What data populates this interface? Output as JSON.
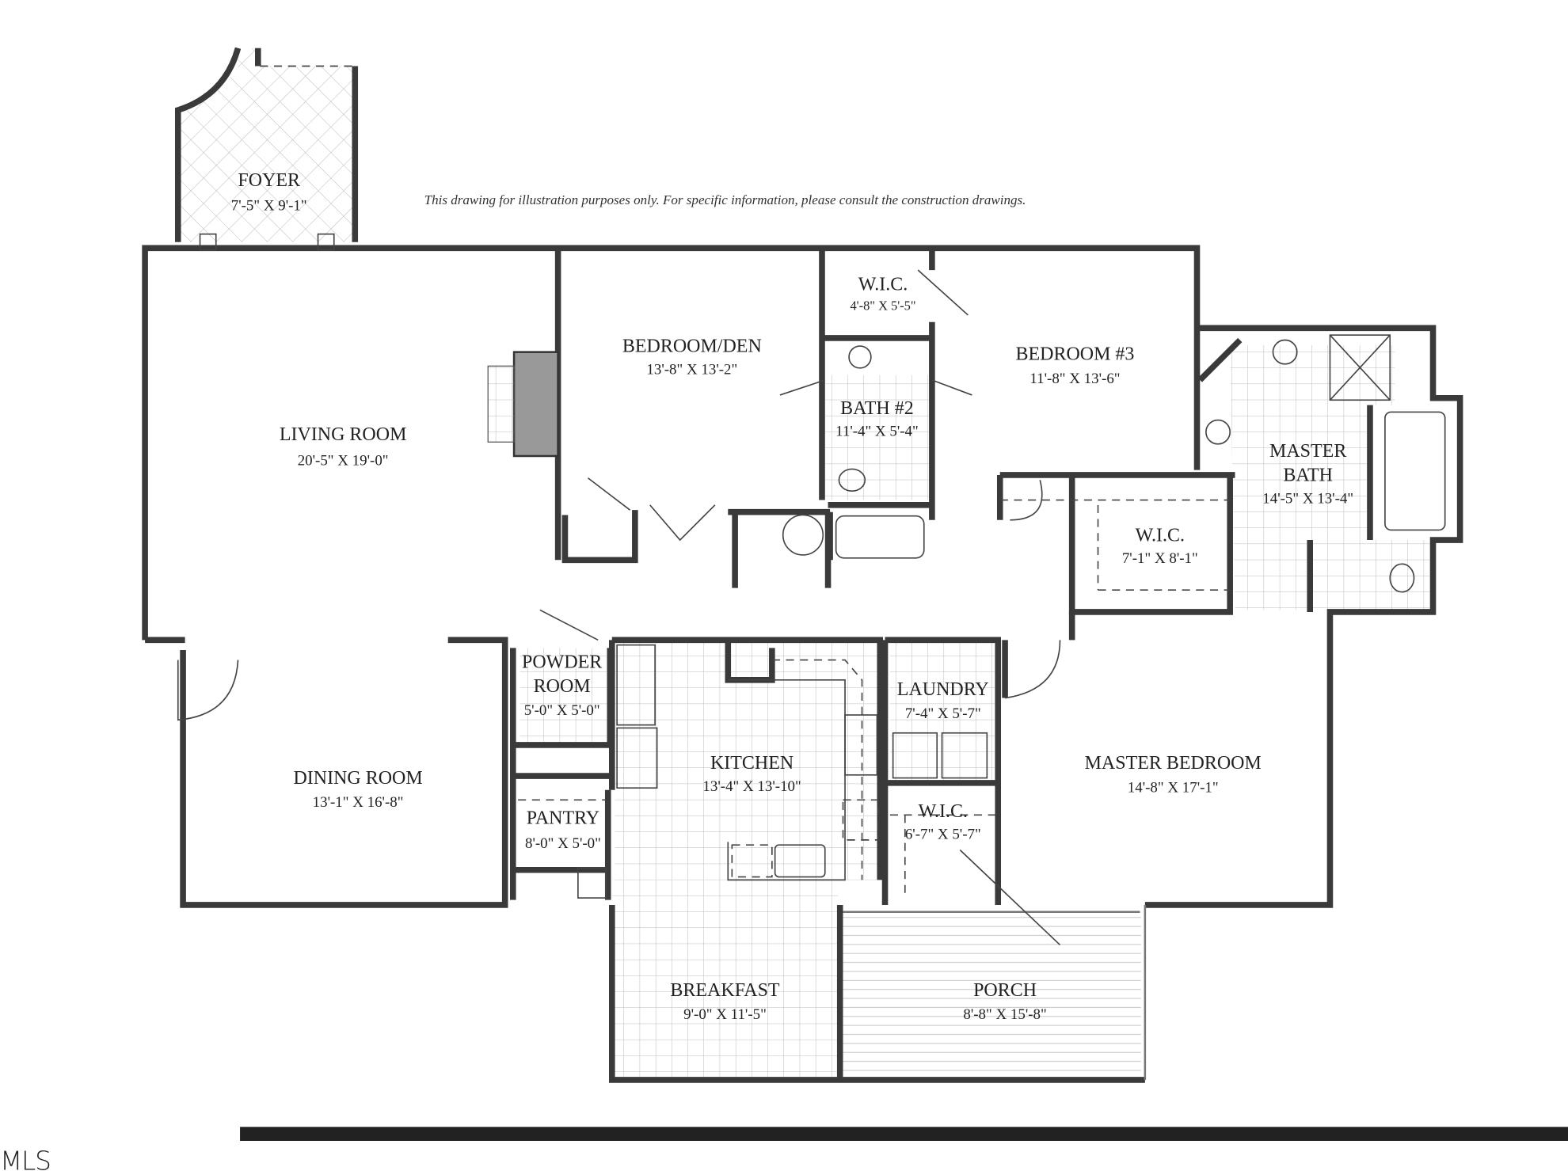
{
  "disclaimer": "This drawing for illustration purposes only. For specific information, please consult the construction drawings.",
  "watermark": "MLS",
  "rooms": [
    {
      "name": "FOYER",
      "dims": "7'-5\" X 9'-1\""
    },
    {
      "name": "LIVING ROOM",
      "dims": "20'-5\" X 19'-0\""
    },
    {
      "name": "BEDROOM/DEN",
      "dims": "13'-8\" X 13'-2\""
    },
    {
      "name": "W.I.C.",
      "dims": "4'-8\" X 5'-5\""
    },
    {
      "name": "BATH #2",
      "dims": "11'-4\" X 5'-4\""
    },
    {
      "name": "BEDROOM #3",
      "dims": "11'-8\" X 13'-6\""
    },
    {
      "name": "MASTER",
      "name2": "BATH",
      "dims": "14'-5\" X 13'-4\""
    },
    {
      "name": "W.I.C.",
      "dims": "7'-1\" X 8'-1\""
    },
    {
      "name": "POWDER",
      "name2": "ROOM",
      "dims": "5'-0\" X 5'-0\""
    },
    {
      "name": "KITCHEN",
      "dims": "13'-4\" X 13'-10\""
    },
    {
      "name": "LAUNDRY",
      "dims": "7'-4\" X 5'-7\""
    },
    {
      "name": "DINING ROOM",
      "dims": "13'-1\" X 16'-8\""
    },
    {
      "name": "MASTER BEDROOM",
      "dims": "14'-8\" X 17'-1\""
    },
    {
      "name": "PANTRY",
      "dims": "8'-0\" X 5'-0\""
    },
    {
      "name": "W.I.C.",
      "dims": "6'-7\" X 5'-7\""
    },
    {
      "name": "BREAKFAST",
      "dims": "9'-0\" X 11'-5\""
    },
    {
      "name": "PORCH",
      "dims": "8'-8\" X 15'-8\""
    }
  ]
}
